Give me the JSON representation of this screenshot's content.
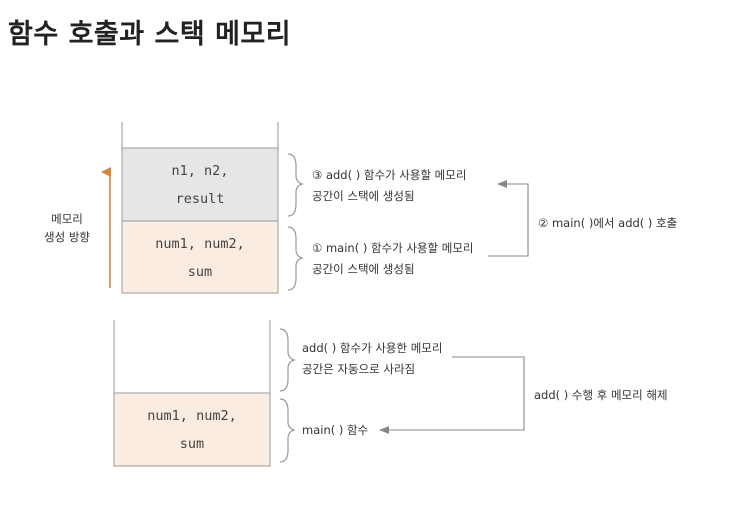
{
  "title": "함수 호출과 스택 메모리",
  "top_stack": {
    "upper_block": [
      "n1, n2,",
      "result"
    ],
    "lower_block": [
      "num1, num2,",
      "sum"
    ],
    "axis_label": [
      "메모리",
      "생성 방향"
    ],
    "note_upper": [
      "③ add( ) 함수가 사용할 메모리",
      "공간이 스택에 생성됨"
    ],
    "note_lower": [
      "① main( ) 함수가 사용할 메모리",
      "공간이 스택에 생성됨"
    ],
    "call_label": "② main( )에서 add( ) 호출"
  },
  "bottom_stack": {
    "block": [
      "num1, num2,",
      "sum"
    ],
    "note_upper": [
      "add( ) 함수가 사용한 메모리",
      "공간은 자동으로 사라짐"
    ],
    "note_lower": "main( ) 함수",
    "release_label": "add( ) 수행 후 메모리 해제"
  },
  "colors": {
    "gray_block": "#e6e6e8",
    "peach_block": "#fbece1",
    "border": "#aaaaaa",
    "arrow_up": "#d9823b",
    "connector": "#888888"
  }
}
